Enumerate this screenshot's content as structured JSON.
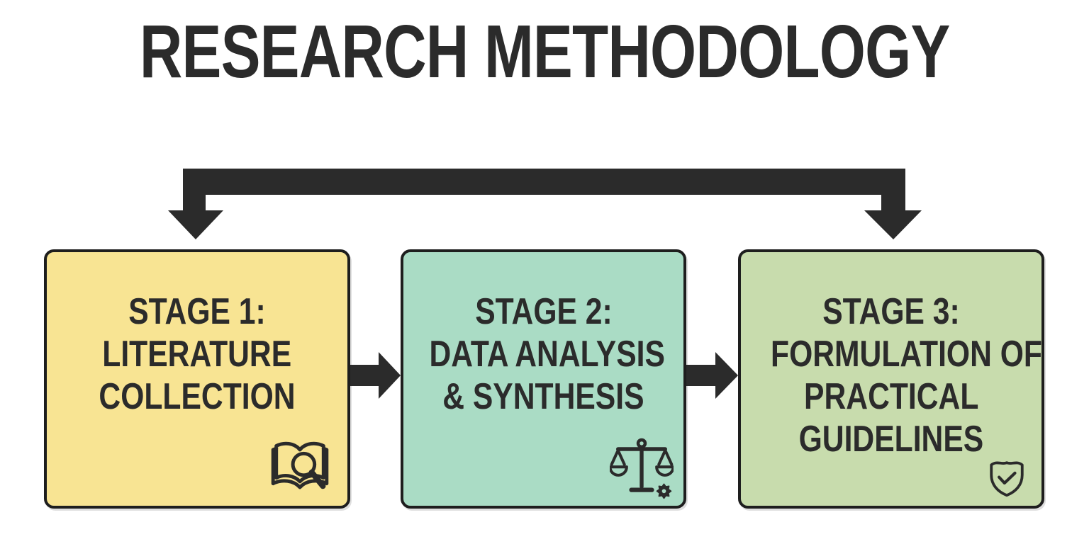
{
  "title": "RESEARCH METHODOLOGY",
  "colors": {
    "bg": "#ffffff",
    "ink": "#2b2b2b",
    "border": "#1e1e1e",
    "stage1": "#f8e493",
    "stage2": "#aadcc5",
    "stage3": "#c8dcad"
  },
  "stages": [
    {
      "name": "Stage 1",
      "lines": [
        "STAGE 1:",
        "LITERATURE",
        "COLLECTION"
      ],
      "icon": "book-magnifier"
    },
    {
      "name": "Stage 2",
      "lines": [
        "STAGE 2:",
        "DATA ANALYSIS",
        "& SYNTHESIS"
      ],
      "icon": "scales-gear"
    },
    {
      "name": "Stage 3",
      "lines": [
        "STAGE 3:",
        "FORMULATION OF",
        "PRACTICAL",
        "GUIDELINES"
      ],
      "icon": "shield-check"
    }
  ]
}
